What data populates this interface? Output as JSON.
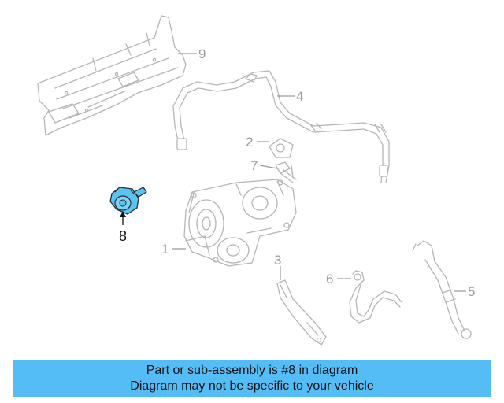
{
  "diagram": {
    "callouts": [
      {
        "id": "1",
        "label": "1"
      },
      {
        "id": "2",
        "label": "2"
      },
      {
        "id": "3",
        "label": "3"
      },
      {
        "id": "4",
        "label": "4"
      },
      {
        "id": "5",
        "label": "5"
      },
      {
        "id": "6",
        "label": "6"
      },
      {
        "id": "7",
        "label": "7"
      },
      {
        "id": "8",
        "label": "8"
      },
      {
        "id": "9",
        "label": "9"
      }
    ],
    "highlighted_part": "8",
    "highlight_color": "#5bc3f2"
  },
  "banner": {
    "line1": "Part or sub-assembly is #8 in diagram",
    "line2": "Diagram may not be specific to your vehicle",
    "background": "#55bdf6"
  }
}
